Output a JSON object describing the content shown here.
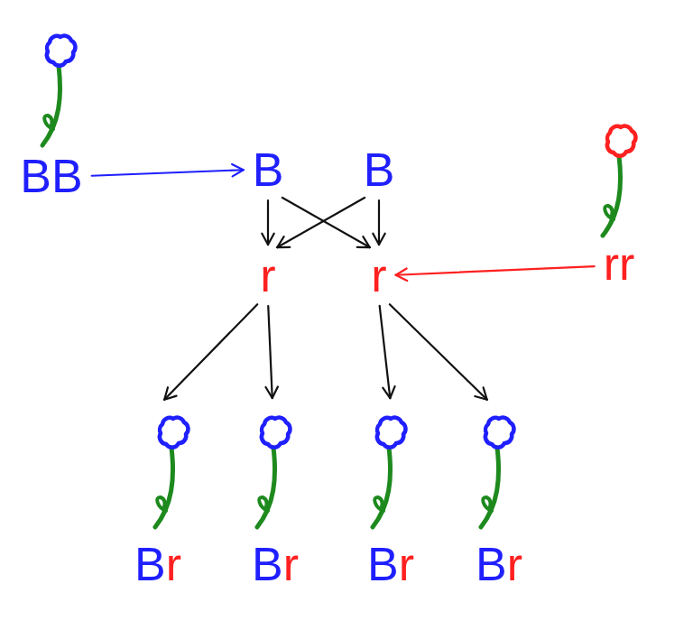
{
  "diagram": {
    "nodes": [
      {
        "text": [
          "BB"
        ]
      },
      {
        "text": [
          "B"
        ]
      },
      {
        "text": [
          "B"
        ]
      },
      {
        "text": [
          "rr"
        ]
      },
      {
        "text": [
          "r"
        ]
      },
      {
        "text": [
          "r"
        ]
      },
      {
        "text": [
          "B",
          "r"
        ]
      },
      {
        "text": [
          "B",
          "r"
        ]
      },
      {
        "text": [
          "B",
          "r"
        ]
      },
      {
        "text": [
          "B",
          "r"
        ]
      }
    ],
    "edges": [
      {
        "from": 0,
        "to": 1,
        "arrow": "to"
      },
      {
        "from": 3,
        "to": 5,
        "arrow": "to"
      },
      {
        "from": 1,
        "to": 4,
        "arrow": "to"
      },
      {
        "from": 1,
        "to": 5,
        "arrow": "to"
      },
      {
        "from": 2,
        "to": 4,
        "arrow": "to"
      },
      {
        "from": 2,
        "to": 5,
        "arrow": "to"
      },
      {
        "from": 4,
        "to": 6,
        "arrow": "to"
      },
      {
        "from": 4,
        "to": 7,
        "arrow": "to"
      },
      {
        "from": 5,
        "to": 8,
        "arrow": "to"
      },
      {
        "from": 5,
        "to": 9,
        "arrow": "to"
      }
    ]
  }
}
